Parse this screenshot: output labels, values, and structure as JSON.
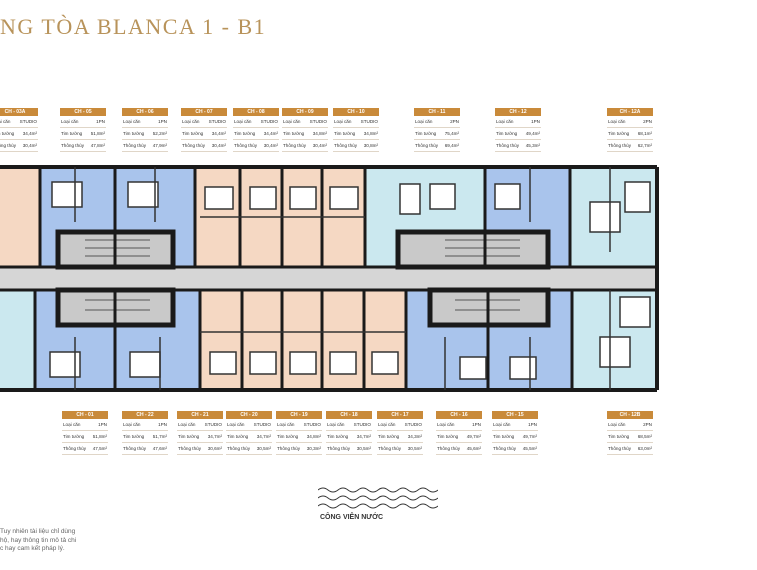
{
  "title": "NG TÒA BLANCA 1 - B1",
  "field_labels": {
    "type": "Loại căn",
    "gross": "Tim tường",
    "net": "Thông thủy"
  },
  "top_units": [
    {
      "id": "CH - 03A",
      "type": "STUDIO",
      "gross": "34,4m²",
      "net": "30,4m²"
    },
    {
      "id": "CH - 05",
      "type": "1PN",
      "gross": "51,8m²",
      "net": "47,8m²"
    },
    {
      "id": "CH - 06",
      "type": "1PN",
      "gross": "52,2m²",
      "net": "47,9m²"
    },
    {
      "id": "CH - 07",
      "type": "STUDIO",
      "gross": "34,4m²",
      "net": "30,4m²"
    },
    {
      "id": "CH - 08",
      "type": "STUDIO",
      "gross": "34,4m²",
      "net": "30,4m²"
    },
    {
      "id": "CH - 09",
      "type": "STUDIO",
      "gross": "34,8m²",
      "net": "30,4m²"
    },
    {
      "id": "CH - 10",
      "type": "STUDIO",
      "gross": "34,8m²",
      "net": "30,8m²"
    },
    {
      "id": "CH - 11",
      "type": "2PN",
      "gross": "75,4m²",
      "net": "69,4m²"
    },
    {
      "id": "CH - 12",
      "type": "1PN",
      "gross": "49,4m²",
      "net": "45,3m²"
    },
    {
      "id": "CH - 12A",
      "type": "2PN",
      "gross": "68,1m²",
      "net": "62,7m²"
    }
  ],
  "bottom_units": [
    {
      "id": "CH - 01",
      "type": "1PN",
      "gross": "51,8m²",
      "net": "47,5m²"
    },
    {
      "id": "CH - 22",
      "type": "1PN",
      "gross": "51,7m²",
      "net": "47,6m²"
    },
    {
      "id": "CH - 21",
      "type": "STUDIO",
      "gross": "34,7m²",
      "net": "30,6m²"
    },
    {
      "id": "CH - 20",
      "type": "STUDIO",
      "gross": "34,7m²",
      "net": "30,5m²"
    },
    {
      "id": "CH - 19",
      "type": "STUDIO",
      "gross": "34,8m²",
      "net": "30,3m²"
    },
    {
      "id": "CH - 18",
      "type": "STUDIO",
      "gross": "34,7m²",
      "net": "30,5m²"
    },
    {
      "id": "CH - 17",
      "type": "STUDIO",
      "gross": "34,3m²",
      "net": "30,5m²"
    },
    {
      "id": "CH - 16",
      "type": "1PN",
      "gross": "49,7m²",
      "net": "45,6m²"
    },
    {
      "id": "CH - 15",
      "type": "1PN",
      "gross": "49,7m²",
      "net": "45,5m²"
    },
    {
      "id": "CH - 12B",
      "type": "2PN",
      "gross": "68,5m²",
      "net": "63,0m²"
    }
  ],
  "park_label": "CÔNG VIÊN NƯỚC",
  "note_lines": [
    "Tuy nhiên tài liệu chỉ dùng",
    "hộ, hay thông tin mô tả chi",
    "c hay cam kết pháp lý."
  ],
  "colors": {
    "accent": "#c98a3a",
    "studio": "#f5d8c3",
    "one_br": "#a9c4ec",
    "two_br": "#cbe8ef",
    "core": "#d2d2d2",
    "wall": "#1a1a1a"
  }
}
